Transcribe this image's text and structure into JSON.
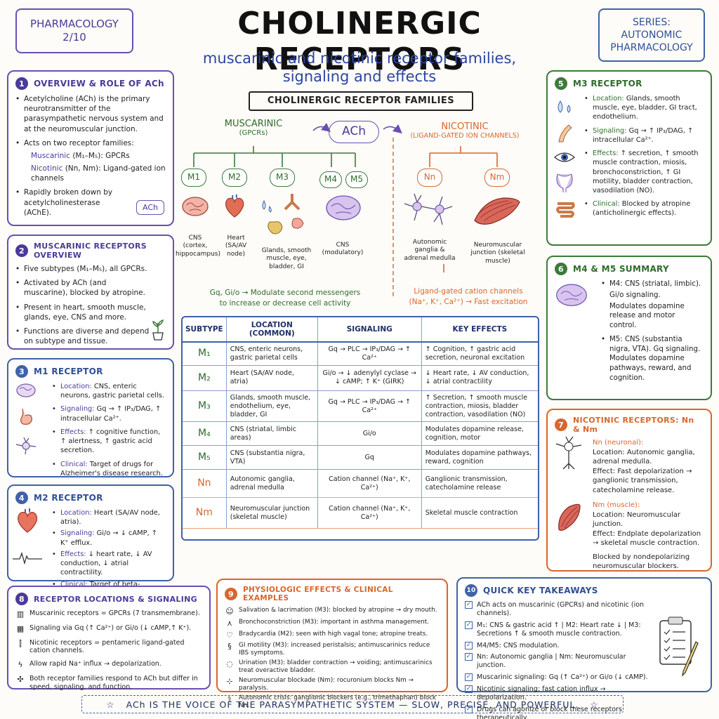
{
  "header": {
    "badge_left": "PHARMACOLOGY\n2/10",
    "title": "CHOLINERGIC RECEPTORS",
    "subtitle_line1": "muscarinic and nicotinic receptor families,",
    "subtitle_line2": "signaling and effects",
    "badge_right": "SERIES:\nAUTONOMIC\nPHARMACOLOGY"
  },
  "panel1": {
    "num": "1",
    "title": "OVERVIEW & ROLE OF ACh",
    "b1": "Acetylcholine (ACh) is the primary neurotransmitter of the parasympathetic nervous system and at the neuromuscular junction.",
    "b2": "Acts on two receptor families:",
    "b2a_label": "Muscarinic",
    "b2a_text": " (M₁–M₅): GPCRs",
    "b2b_label": "Nicotinic",
    "b2b_text": " (Nn, Nm): Ligand-gated ion channels",
    "b3": "Rapidly broken down by acetylcholinesterase (AChE).",
    "ach_tag": "ACh"
  },
  "panel2": {
    "num": "2",
    "title": "MUSCARINIC RECEPTORS OVERVIEW",
    "b1": "Five subtypes (M₁–M₅), all GPCRs.",
    "b2": "Activated by ACh (and muscarine), blocked by atropine.",
    "b3": "Present in heart, smooth muscle, glands, eye, CNS and more.",
    "b4": "Functions are diverse and depend on subtype and tissue."
  },
  "panel3": {
    "num": "3",
    "title": "M1 RECEPTOR",
    "loc_l": "Location:",
    "loc": " CNS, enteric neurons, gastric parietal cells.",
    "sig_l": "Signaling:",
    "sig": " Gq → ↑ IP₃/DAG, ↑ intracellular Ca²⁺.",
    "eff_l": "Effects:",
    "eff": " ↑ cognitive function, ↑ alertness, ↑ gastric acid secretion.",
    "cli_l": "Clinical:",
    "cli": " Target of drugs for Alzheimer's disease research."
  },
  "panel4": {
    "num": "4",
    "title": "M2 RECEPTOR",
    "loc_l": "Location:",
    "loc": " Heart (SA/AV node, atria).",
    "sig_l": "Signaling:",
    "sig": " Gi/o → ↓ cAMP, ↑ K⁺ efflux.",
    "eff_l": "Effects:",
    "eff": " ↓ heart rate, ↓ AV conduction, ↓ atrial contractility.",
    "cli_l": "Clinical:",
    "cli": " Target of beta-blocker-sparing agents; excess → bradycardia."
  },
  "diagram": {
    "family_title": "CHOLINERGIC RECEPTOR FAMILIES",
    "muscarinic": "MUSCARINIC",
    "muscarinic_sub": "(GPCRs)",
    "ach": "ACh",
    "nicotinic": "NICOTINIC",
    "nicotinic_sub": "(LIGAND-GATED ION CHANNELS)",
    "m1": "M1",
    "m2": "M2",
    "m3": "M3",
    "m4": "M4",
    "m5": "M5",
    "nn": "Nn",
    "nm": "Nm",
    "cap_m1": "CNS\n(cortex,\nhippocampus)",
    "cap_m2": "Heart\n(SA/AV node)",
    "cap_m3": "Glands, smooth\nmuscle, eye,\nbladder, GI",
    "cap_m45": "CNS\n(modulatory)",
    "cap_nn": "Autonomic\nganglia &\nadrenal medulla",
    "cap_nm": "Neuromuscular\njunction (skeletal\nmuscle)",
    "musc_note": "Gq, Gi/o → Modulate second messengers\nto increase or decrease cell activity",
    "nic_note": "Ligand-gated cation channels\n(Na⁺, K⁺, Ca²⁺) → Fast excitation"
  },
  "table": {
    "headers": [
      "SUBTYPE",
      "LOCATION (COMMON)",
      "SIGNALING",
      "KEY EFFECTS"
    ],
    "rows": [
      [
        "M₁",
        "CNS, enteric neurons, gastric parietal cells",
        "Gq → PLC → IP₃/DAG → ↑ Ca²⁺",
        "↑ Cognition, ↑ gastric acid secretion, neuronal excitation"
      ],
      [
        "M₂",
        "Heart (SA/AV node, atria)",
        "Gi/o → ↓ adenylyl cyclase → ↓ cAMP; ↑ K⁺ (GIRK)",
        "↓ Heart rate, ↓ AV conduction, ↓ atrial contractility"
      ],
      [
        "M₃",
        "Glands, smooth muscle, endothelium, eye, bladder, GI",
        "Gq → PLC → IP₃/DAG → ↑ Ca²⁺",
        "↑ Secretion, ↑ smooth muscle contraction, miosis, bladder contraction, vasodilation (NO)"
      ],
      [
        "M₄",
        "CNS (striatal, limbic areas)",
        "Gi/o",
        "Modulates dopamine release, cognition, motor"
      ],
      [
        "M₅",
        "CNS (substantia nigra, VTA)",
        "Gq",
        "Modulates dopamine pathways, reward, cognition"
      ],
      [
        "Nn",
        "Autonomic ganglia, adrenal medulla",
        "Cation channel (Na⁺, K⁺, Ca²⁺)",
        "Ganglionic transmission, catecholamine release"
      ],
      [
        "Nm",
        "Neuromuscular junction (skeletal muscle)",
        "Cation channel (Na⁺, K⁺, Ca²⁺)",
        "Skeletal muscle contraction"
      ]
    ]
  },
  "panel5": {
    "num": "5",
    "title": "M3 RECEPTOR",
    "loc_l": "Location:",
    "loc": " Glands, smooth muscle, eye, bladder, GI tract, endothelium.",
    "sig_l": "Signaling:",
    "sig": " Gq → ↑ IP₃/DAG, ↑ intracellular Ca²⁺.",
    "eff_l": "Effects:",
    "eff": " ↑ secretion, ↑ smooth muscle contraction, miosis, bronchoconstriction, ↑ GI motility, bladder contraction, vasodilation (NO).",
    "cli_l": "Clinical:",
    "cli": " Blocked by atropine (anticholinergic effects)."
  },
  "panel6": {
    "num": "6",
    "title": "M4 & M5 SUMMARY",
    "m4": "M4: CNS (striatal, limbic).",
    "m4a": "Gi/o signaling.",
    "m4b": "Modulates dopamine release and motor control.",
    "m5": "M5: CNS (substantia nigra, VTA). Gq signaling. Modulates dopamine pathways, reward, and cognition."
  },
  "panel7": {
    "num": "7",
    "title": "NICOTINIC RECEPTORS: Nn & Nm",
    "nn_h": "Nn (neuronal):",
    "nn_loc": "Location: Autonomic ganglia, adrenal medulla.",
    "nn_eff": "Effect: Fast depolarization → ganglionic transmission, catecholamine release.",
    "nm_h": "Nm (muscle):",
    "nm_loc": "Location: Neuromuscular junction.",
    "nm_eff": "Effect: Endplate depolarization → skeletal muscle contraction.",
    "nm_block": "Blocked by nondepolarizing neuromuscular blockers."
  },
  "panel8": {
    "num": "8",
    "title": "RECEPTOR LOCATIONS & SIGNALING",
    "rows": [
      "Muscarinic receptors = GPCRs (7 transmembrane).",
      "Signaling via Gq (↑ Ca²⁺) or Gi/o (↓ cAMP,↑ K⁺).",
      "Nicotinic receptors = pentameric ligand-gated cation channels.",
      "Allow rapid Na⁺ influx → depolarization.",
      "Both receptor families respond to ACh but differ in speed, signaling, and function."
    ]
  },
  "panel9": {
    "num": "9",
    "title": "PHYSIOLOGIC EFFECTS & CLINICAL EXAMPLES",
    "rows": [
      "Salivation & lacrimation (M3): blocked by atropine → dry mouth.",
      "Bronchoconstriction (M3): important in asthma management.",
      "Bradycardia (M2): seen with high vagal tone; atropine treats.",
      "GI motility (M3): increased peristalsis; antimuscarinics reduce IBS symptoms.",
      "Urination (M3): bladder contraction → voiding; antimuscarinics treat overactive bladder.",
      "Neuromuscular blockade (Nm): rocuronium blocks Nm → paralysis.",
      "Autonomic crisis: ganglionic blockers (e.g., trimethaphan) block Nn."
    ]
  },
  "panel10": {
    "num": "10",
    "title": "QUICK KEY TAKEAWAYS",
    "rows": [
      "ACh acts on muscarinic (GPCRs) and nicotinic (ion channels).",
      "M₁: CNS & gastric acid ↑ | M2: Heart rate ↓ | M3: Secretions ↑ & smooth muscle contraction.",
      "M4/M5: CNS modulation.",
      "Nn: Autonomic ganglia | Nm: Neuromuscular junction.",
      "Muscarinic signaling: Gq (↑ Ca²⁺) or Gi/o (↓ cAMP).",
      "Nicotinic signaling: fast cation influx → depolarization.",
      "Drugs can agonize or block these receptors therapeutically."
    ]
  },
  "footer": "ACh IS THE VOICE OF THE PARASYMPATHETIC SYSTEM — SLOW, PRECISE, AND POWERFUL."
}
